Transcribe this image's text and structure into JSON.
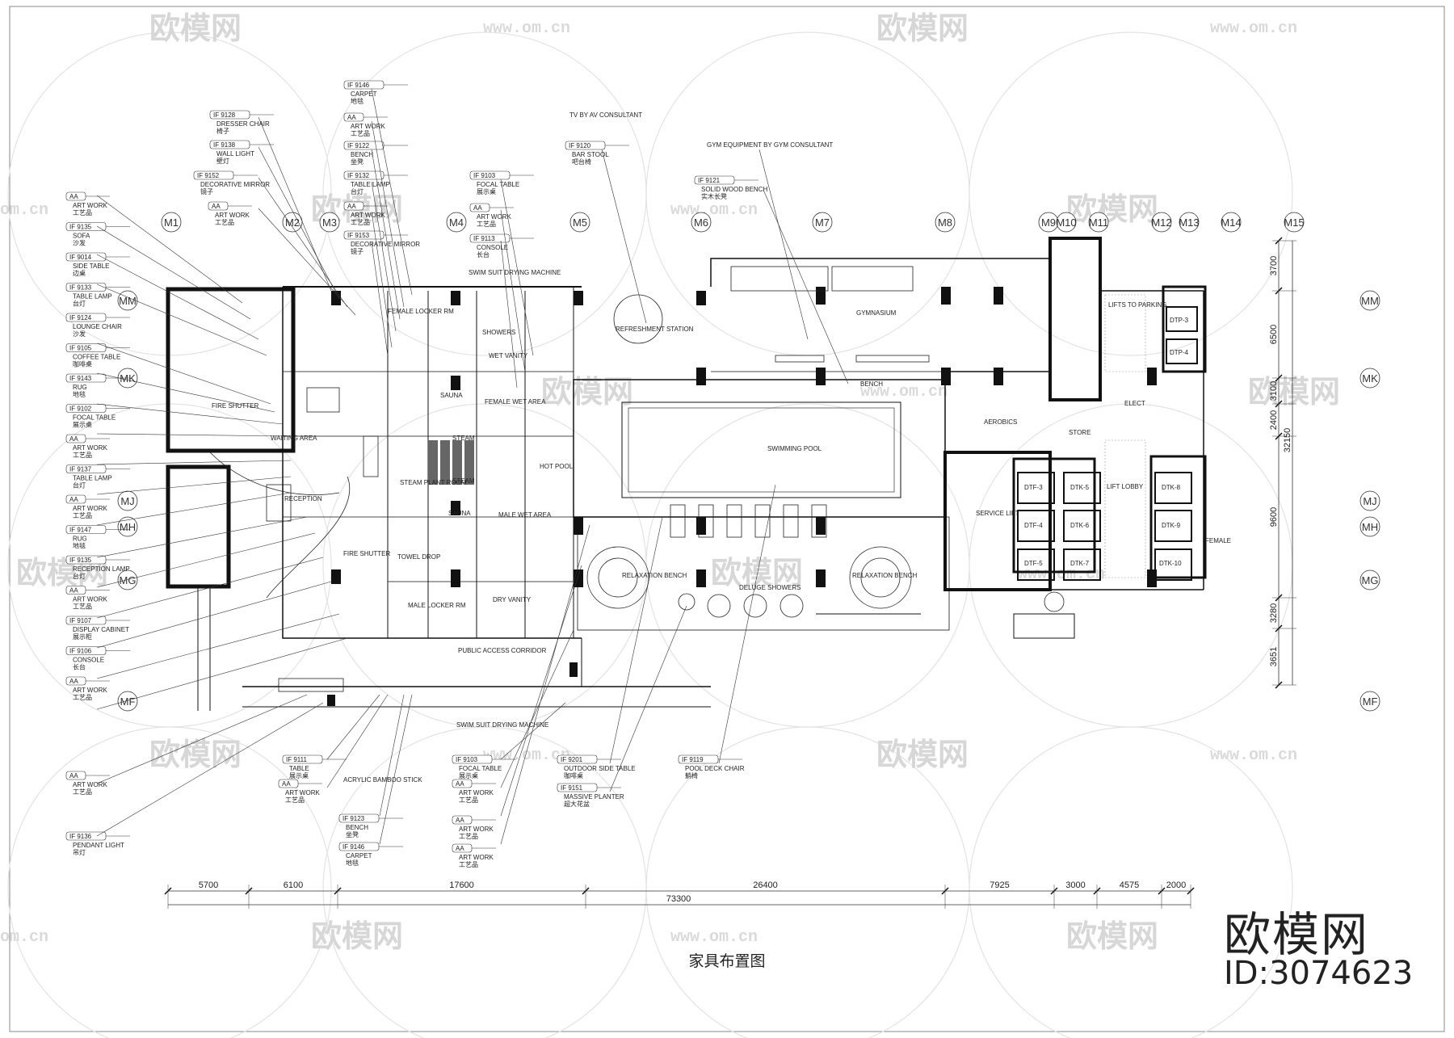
{
  "drawing": {
    "title": "家具布置图",
    "brand": "欧模网",
    "id_label": "ID:3074623",
    "watermark_text": "欧模网",
    "watermark_url": "www.om.cn",
    "watermark_url_partial": "om.cn"
  },
  "grid": {
    "top": [
      "M1",
      "M2",
      "M3",
      "M4",
      "M5",
      "M6",
      "M7",
      "M8",
      "M9",
      "M10",
      "M11",
      "M12",
      "M13",
      "M14",
      "M15"
    ],
    "right": [
      "MM",
      "MK",
      "MJ",
      "MH",
      "MG",
      "MF"
    ],
    "left": [
      "MM",
      "MK",
      "MJ",
      "MH",
      "MG",
      "MF"
    ]
  },
  "dimensions": {
    "bottom": [
      "5700",
      "6100",
      "17600",
      "26400",
      "7925",
      "3000",
      "4575",
      "2000"
    ],
    "total": "73300",
    "right": [
      "3700",
      "6500",
      "3100",
      "2400",
      "9600",
      "3280",
      "3651"
    ],
    "right_total": "32150"
  },
  "callouts_left": [
    {
      "code": "AA",
      "en": "ART WORK",
      "cn": "工艺品"
    },
    {
      "code": "IF 9135",
      "en": "SOFA",
      "cn": "沙发"
    },
    {
      "code": "IF 9014",
      "en": "SIDE TABLE",
      "cn": "边桌"
    },
    {
      "code": "IF 9133",
      "en": "TABLE LAMP",
      "cn": "台灯"
    },
    {
      "code": "IF 9124",
      "en": "LOUNGE CHAIR",
      "cn": "沙发"
    },
    {
      "code": "IF 9105",
      "en": "COFFEE TABLE",
      "cn": "咖啡桌"
    },
    {
      "code": "IF 9143",
      "en": "RUG",
      "cn": "地毯"
    },
    {
      "code": "IF 9102",
      "en": "FOCAL TABLE",
      "cn": "展示桌"
    },
    {
      "code": "AA",
      "en": "ART WORK",
      "cn": "工艺品"
    },
    {
      "code": "IF 9137",
      "en": "TABLE LAMP",
      "cn": "台灯"
    },
    {
      "code": "AA",
      "en": "ART WORK",
      "cn": "工艺品"
    },
    {
      "code": "IF 9147",
      "en": "RUG",
      "cn": "地毯"
    },
    {
      "code": "IF 9135",
      "en": "RECEPTION LAMP",
      "cn": "台灯"
    },
    {
      "code": "AA",
      "en": "ART WORK",
      "cn": "工艺品"
    },
    {
      "code": "IF 9107",
      "en": "DISPLAY CABINET",
      "cn": "展示柜"
    },
    {
      "code": "IF 9106",
      "en": "CONSOLE",
      "cn": "长台"
    },
    {
      "code": "AA",
      "en": "ART WORK",
      "cn": "工艺品"
    }
  ],
  "callouts_top": [
    {
      "code": "IF 9128",
      "en": "DRESSER CHAIR",
      "cn": "椅子"
    },
    {
      "code": "IF 9138",
      "en": "WALL LIGHT",
      "cn": "壁灯"
    },
    {
      "code": "IF 9152",
      "en": "DECORATIVE MIRROR",
      "cn": "镜子"
    },
    {
      "code": "AA",
      "en": "ART WORK",
      "cn": "工艺品"
    },
    {
      "code": "IF 9146",
      "en": "CARPET",
      "cn": "地毯"
    },
    {
      "code": "AA",
      "en": "ART WORK",
      "cn": "工艺品"
    },
    {
      "code": "IF 9122",
      "en": "BENCH",
      "cn": "坐凳"
    },
    {
      "code": "IF 9132",
      "en": "TABLE LAMP",
      "cn": "台灯"
    },
    {
      "code": "AA",
      "en": "ART WORK",
      "cn": "工艺品"
    },
    {
      "code": "IF 9153",
      "en": "DECORATIVE MIRROR",
      "cn": "镜子"
    },
    {
      "code": "IF 9103",
      "en": "FOCAL TABLE",
      "cn": "展示桌"
    },
    {
      "code": "AA",
      "en": "ART WORK",
      "cn": "工艺品"
    },
    {
      "code": "IF 9113",
      "en": "CONSOLE",
      "cn": "长台"
    },
    {
      "code": "IF 9120",
      "en": "BAR STOOL",
      "cn": "吧台椅"
    },
    {
      "code": "IF 9121",
      "en": "SOLID WOOD BENCH",
      "cn": "实木长凳"
    }
  ],
  "callouts_bottom": [
    {
      "code": "AA",
      "en": "ART WORK",
      "cn": "工艺品"
    },
    {
      "code": "IF 9136",
      "en": "PENDANT LIGHT",
      "cn": "吊灯"
    },
    {
      "code": "IF 9111",
      "en": "TABLE",
      "cn": "展示桌"
    },
    {
      "code": "AA",
      "en": "ART WORK",
      "cn": "工艺品"
    },
    {
      "code": "IF 9123",
      "en": "BENCH",
      "cn": "坐凳"
    },
    {
      "code": "IF 9146",
      "en": "CARPET",
      "cn": "地毯"
    },
    {
      "code": "IF 9103",
      "en": "FOCAL TABLE",
      "cn": "展示桌"
    },
    {
      "code": "AA",
      "en": "ART WORK",
      "cn": "工艺品"
    },
    {
      "code": "AA",
      "en": "ART WORK",
      "cn": "工艺品"
    },
    {
      "code": "AA",
      "en": "ART WORK",
      "cn": "工艺品"
    },
    {
      "code": "IF 9201",
      "en": "OUTDOOR SIDE TABLE",
      "cn": "咖啡桌"
    },
    {
      "code": "IF 9151",
      "en": "MASSIVE PLANTER",
      "cn": "超大花盆"
    },
    {
      "code": "IF 9119",
      "en": "POOL DECK CHAIR",
      "cn": "躺椅"
    }
  ],
  "notes": {
    "tv": "TV BY AV CONSULTANT",
    "gym_equipment": "GYM EQUIPMENT BY GYM CONSULTANT",
    "acrylic": "ACRYLIC BAMBOO STICK",
    "swim_dryer_top": "SWIM SUIT DRYING MACHINE",
    "swim_dryer_bottom": "SWIM SUIT DRYING MACHINE"
  },
  "rooms": {
    "reception": "RECEPTION",
    "waiting": "WAITING AREA",
    "swimming_pool": "SWIMMING POOL",
    "gymnasium": "GYMNASIUM",
    "refreshment": "REFRESHMENT STATION",
    "aerobics": "AEROBICS",
    "store": "STORE",
    "service_lift": "SERVICE LIFT",
    "lift_lobby": "LIFT LOBBY",
    "relaxation_left": "RELAXATION BENCH",
    "relaxation_right": "RELAXATION BENCH",
    "deluge": "DELUGE SHOWERS",
    "public_corridor": "PUBLIC ACCESS CORRIDOR",
    "male_wet": "MALE WET AREA",
    "female_wet": "FEMALE WET AREA",
    "sauna_top": "SAUNA",
    "sauna_bottom": "SAUNA",
    "steam_top": "STEAM",
    "steam_bottom": "STEAM",
    "steam_plant": "STEAM PLANT ROOM",
    "hot_pool": "HOT POOL",
    "showers": "SHOWERS",
    "female_locker": "FEMALE LOCKER RM",
    "male_locker": "MALE LOCKER RM",
    "wet_vanity": "WET VANITY",
    "dry_vanity": "DRY VANITY",
    "towel_drop": "TOWEL DROP",
    "fire_shutter_top": "FIRE SHUTTER",
    "fire_shutter_bottom": "FIRE SHUTTER",
    "lifts_to_parking": "LIFTS TO PARKING",
    "elect": "ELECT",
    "female": "FEMALE",
    "bench": "BENCH",
    "dtp3": "DTP-3",
    "dtp4": "DTP-4",
    "dtf3": "DTF-3",
    "dtf4": "DTF-4",
    "dtf5": "DTF-5",
    "dtk5": "DTK-5",
    "dtk6": "DTK-6",
    "dtk7": "DTK-7",
    "dtk8": "DTK-8",
    "dtk9": "DTK-9",
    "dtk10": "DTK-10"
  }
}
